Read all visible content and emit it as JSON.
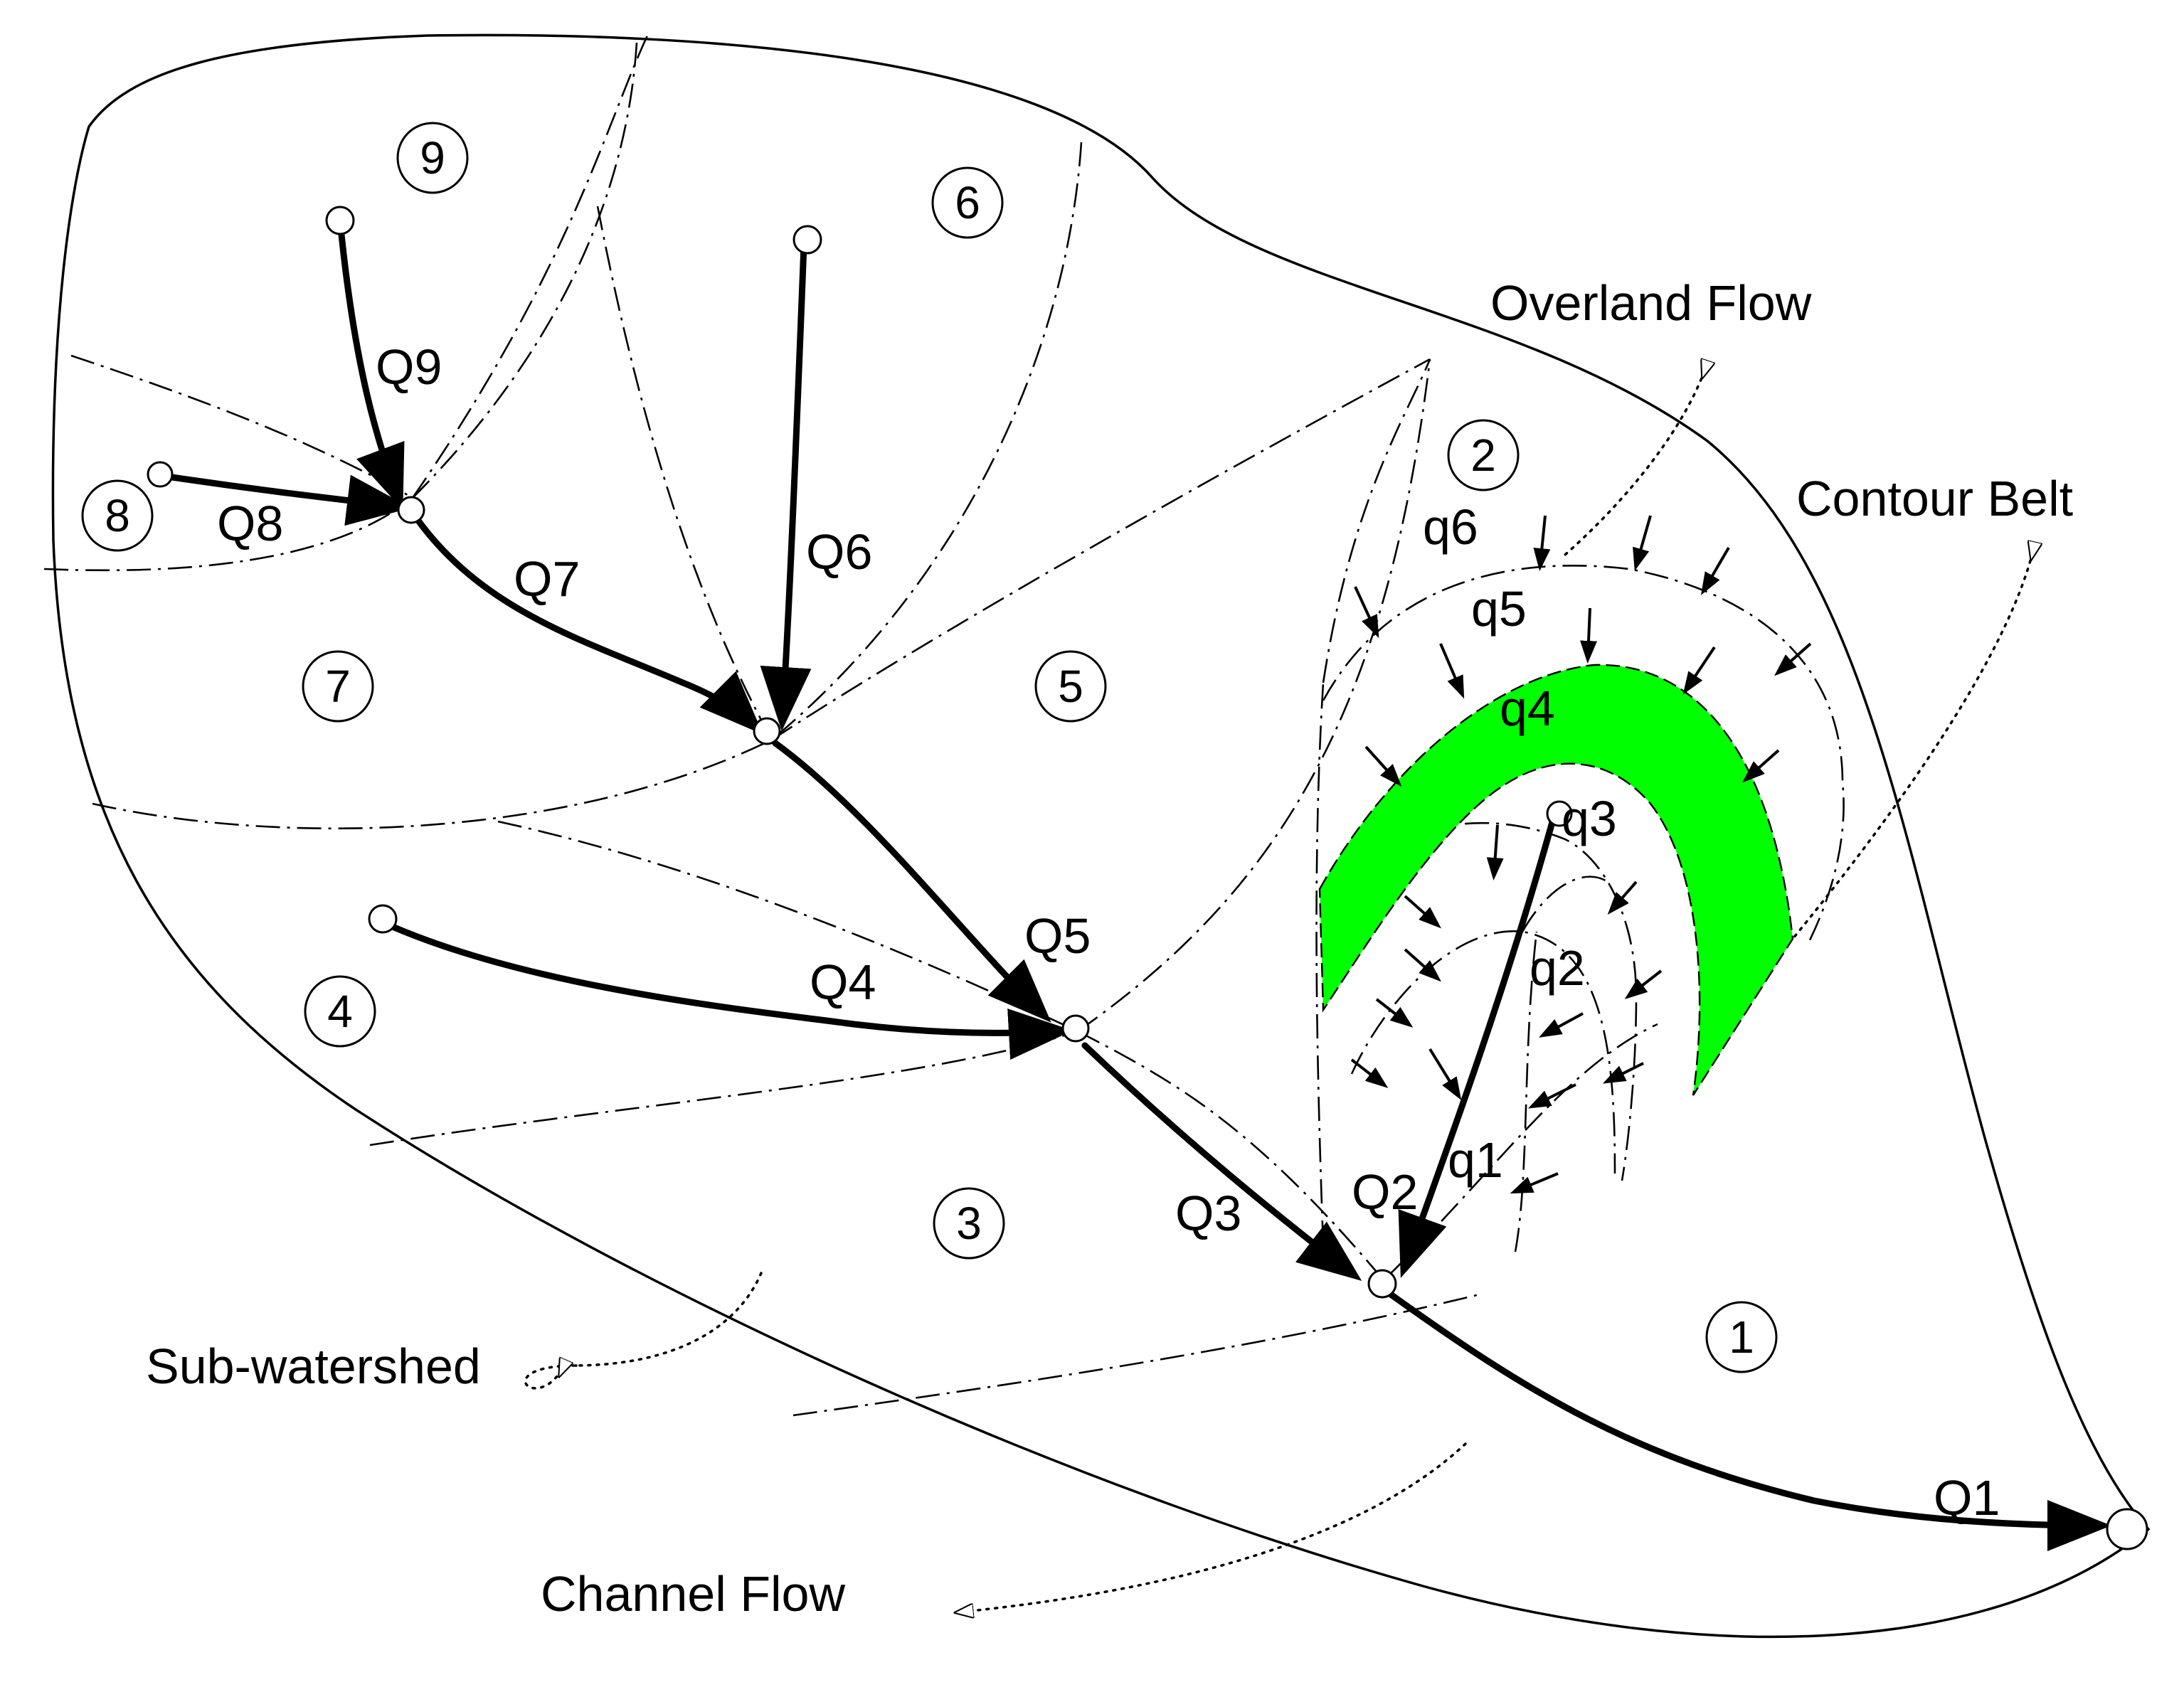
{
  "diagram": {
    "callouts": {
      "overland_flow": "Overland Flow",
      "contour_belt": "Contour Belt",
      "sub_watershed": "Sub-watershed",
      "channel_flow": "Channel Flow"
    },
    "subwatershed_numbers": [
      "1",
      "2",
      "3",
      "4",
      "5",
      "6",
      "7",
      "8",
      "9"
    ],
    "channel_flows": [
      "Q1",
      "Q2",
      "Q3",
      "Q4",
      "Q5",
      "Q6",
      "Q7",
      "Q8",
      "Q9"
    ],
    "overland_flows": [
      "q1",
      "q2",
      "q3",
      "q4",
      "q5",
      "q6"
    ],
    "colors": {
      "contour_belt_fill": "#00ff00",
      "line": "#000000",
      "background": "#ffffff"
    }
  }
}
